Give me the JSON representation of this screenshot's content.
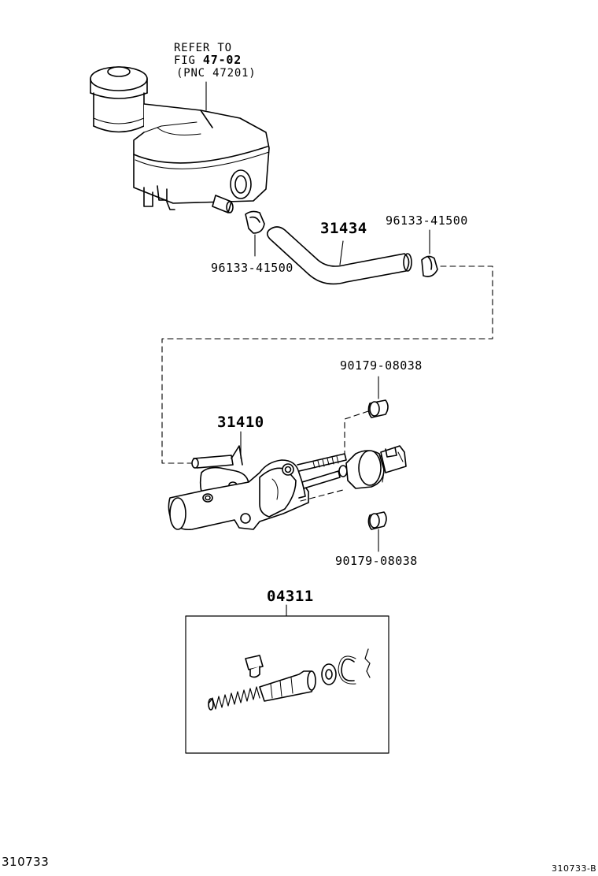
{
  "reference": {
    "line1": "REFER TO",
    "line2_prefix": "FIG",
    "line2_fig": "47-02",
    "line3": "(PNC 47201)"
  },
  "callouts": {
    "hose": "31434",
    "clip_upper_right": "96133-41500",
    "clip_lower_left": "96133-41500",
    "nut_upper": "90179-08038",
    "master_cylinder": "31410",
    "nut_lower": "90179-08038",
    "repair_kit": "04311"
  },
  "footer": {
    "diagram_number": "310733",
    "diagram_code": "310733-B"
  },
  "colors": {
    "ink": "#000000",
    "background": "#ffffff"
  }
}
